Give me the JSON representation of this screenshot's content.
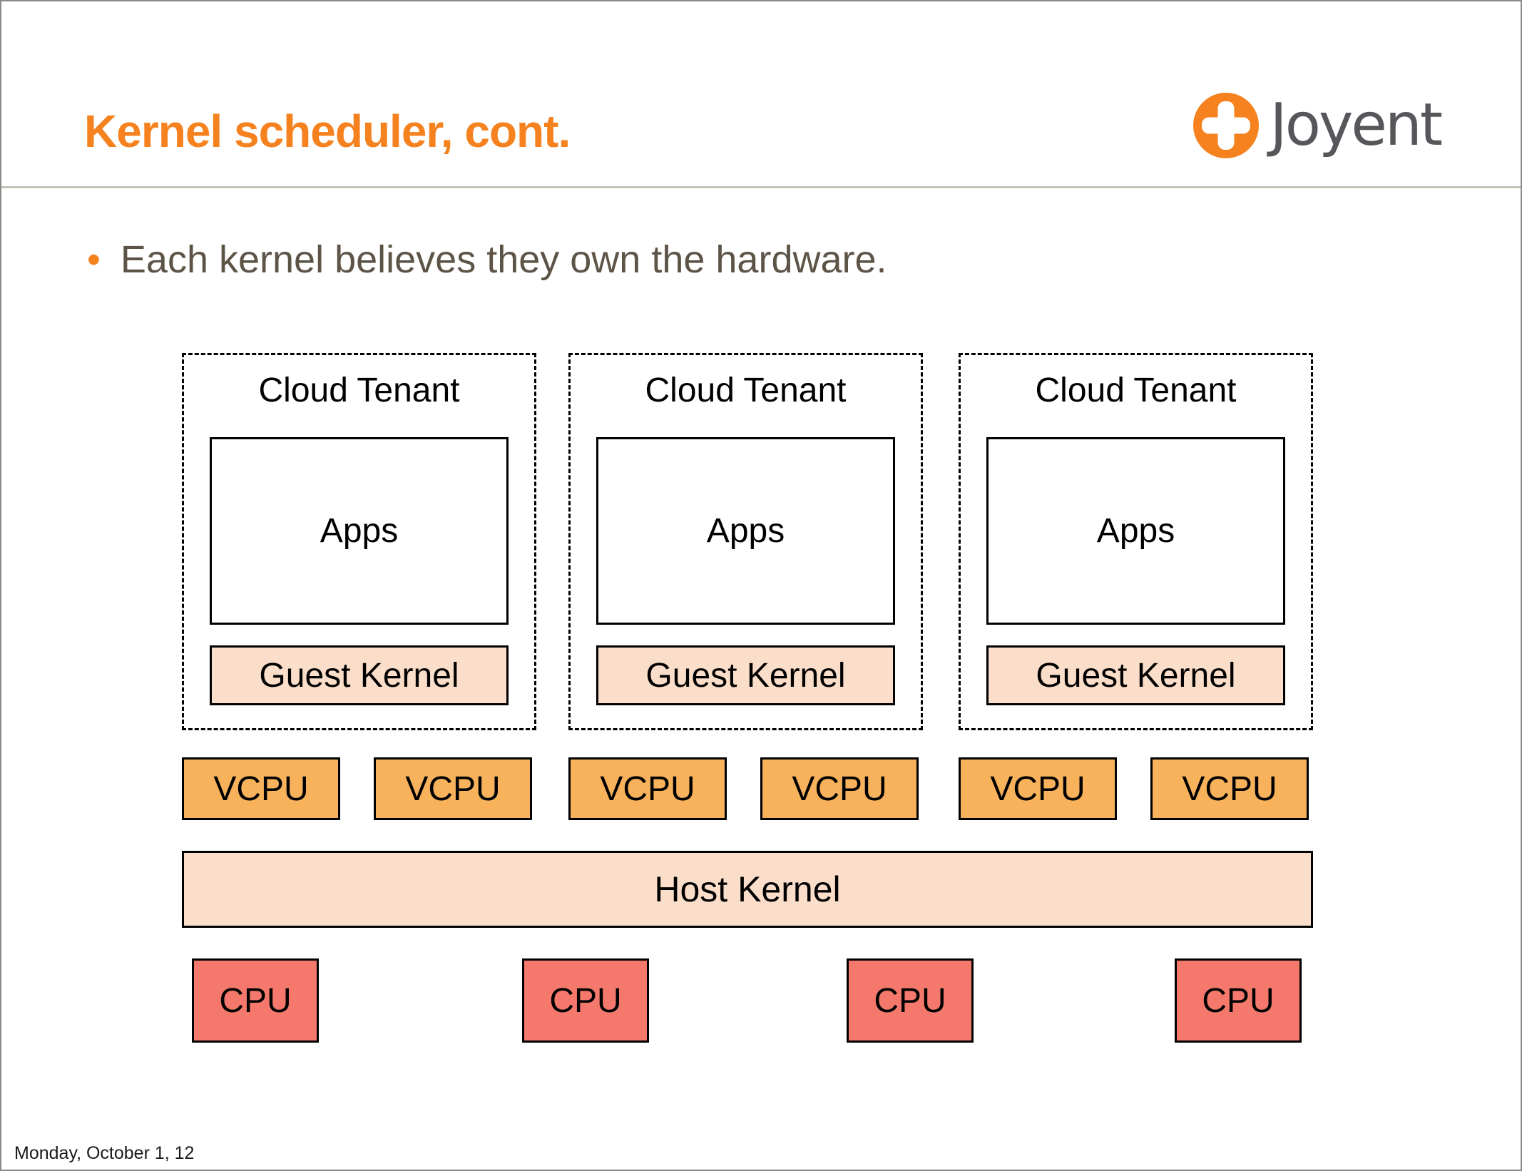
{
  "header": {
    "title": "Kernel scheduler, cont.",
    "logo": {
      "icon": "joyent-plus-circle-icon",
      "text": "Joyent"
    }
  },
  "content": {
    "bullet_marker": "•",
    "bullet": "Each kernel believes they own the hardware."
  },
  "diagram": {
    "tenants": [
      {
        "label": "Cloud Tenant",
        "apps": "Apps",
        "guest_kernel": "Guest Kernel"
      },
      {
        "label": "Cloud Tenant",
        "apps": "Apps",
        "guest_kernel": "Guest Kernel"
      },
      {
        "label": "Cloud Tenant",
        "apps": "Apps",
        "guest_kernel": "Guest Kernel"
      }
    ],
    "vcpus": [
      "VCPU",
      "VCPU",
      "VCPU",
      "VCPU",
      "VCPU",
      "VCPU"
    ],
    "host_kernel": "Host Kernel",
    "cpus": [
      "CPU",
      "CPU",
      "CPU",
      "CPU"
    ],
    "colors": {
      "accent_orange": "#F5821F",
      "vcpu_fill": "#F8B25C",
      "kernel_fill": "#FBDEC9",
      "cpu_fill": "#F4796C",
      "body_text": "#5D5447"
    }
  },
  "footer": {
    "date": "Monday, October 1, 12"
  }
}
